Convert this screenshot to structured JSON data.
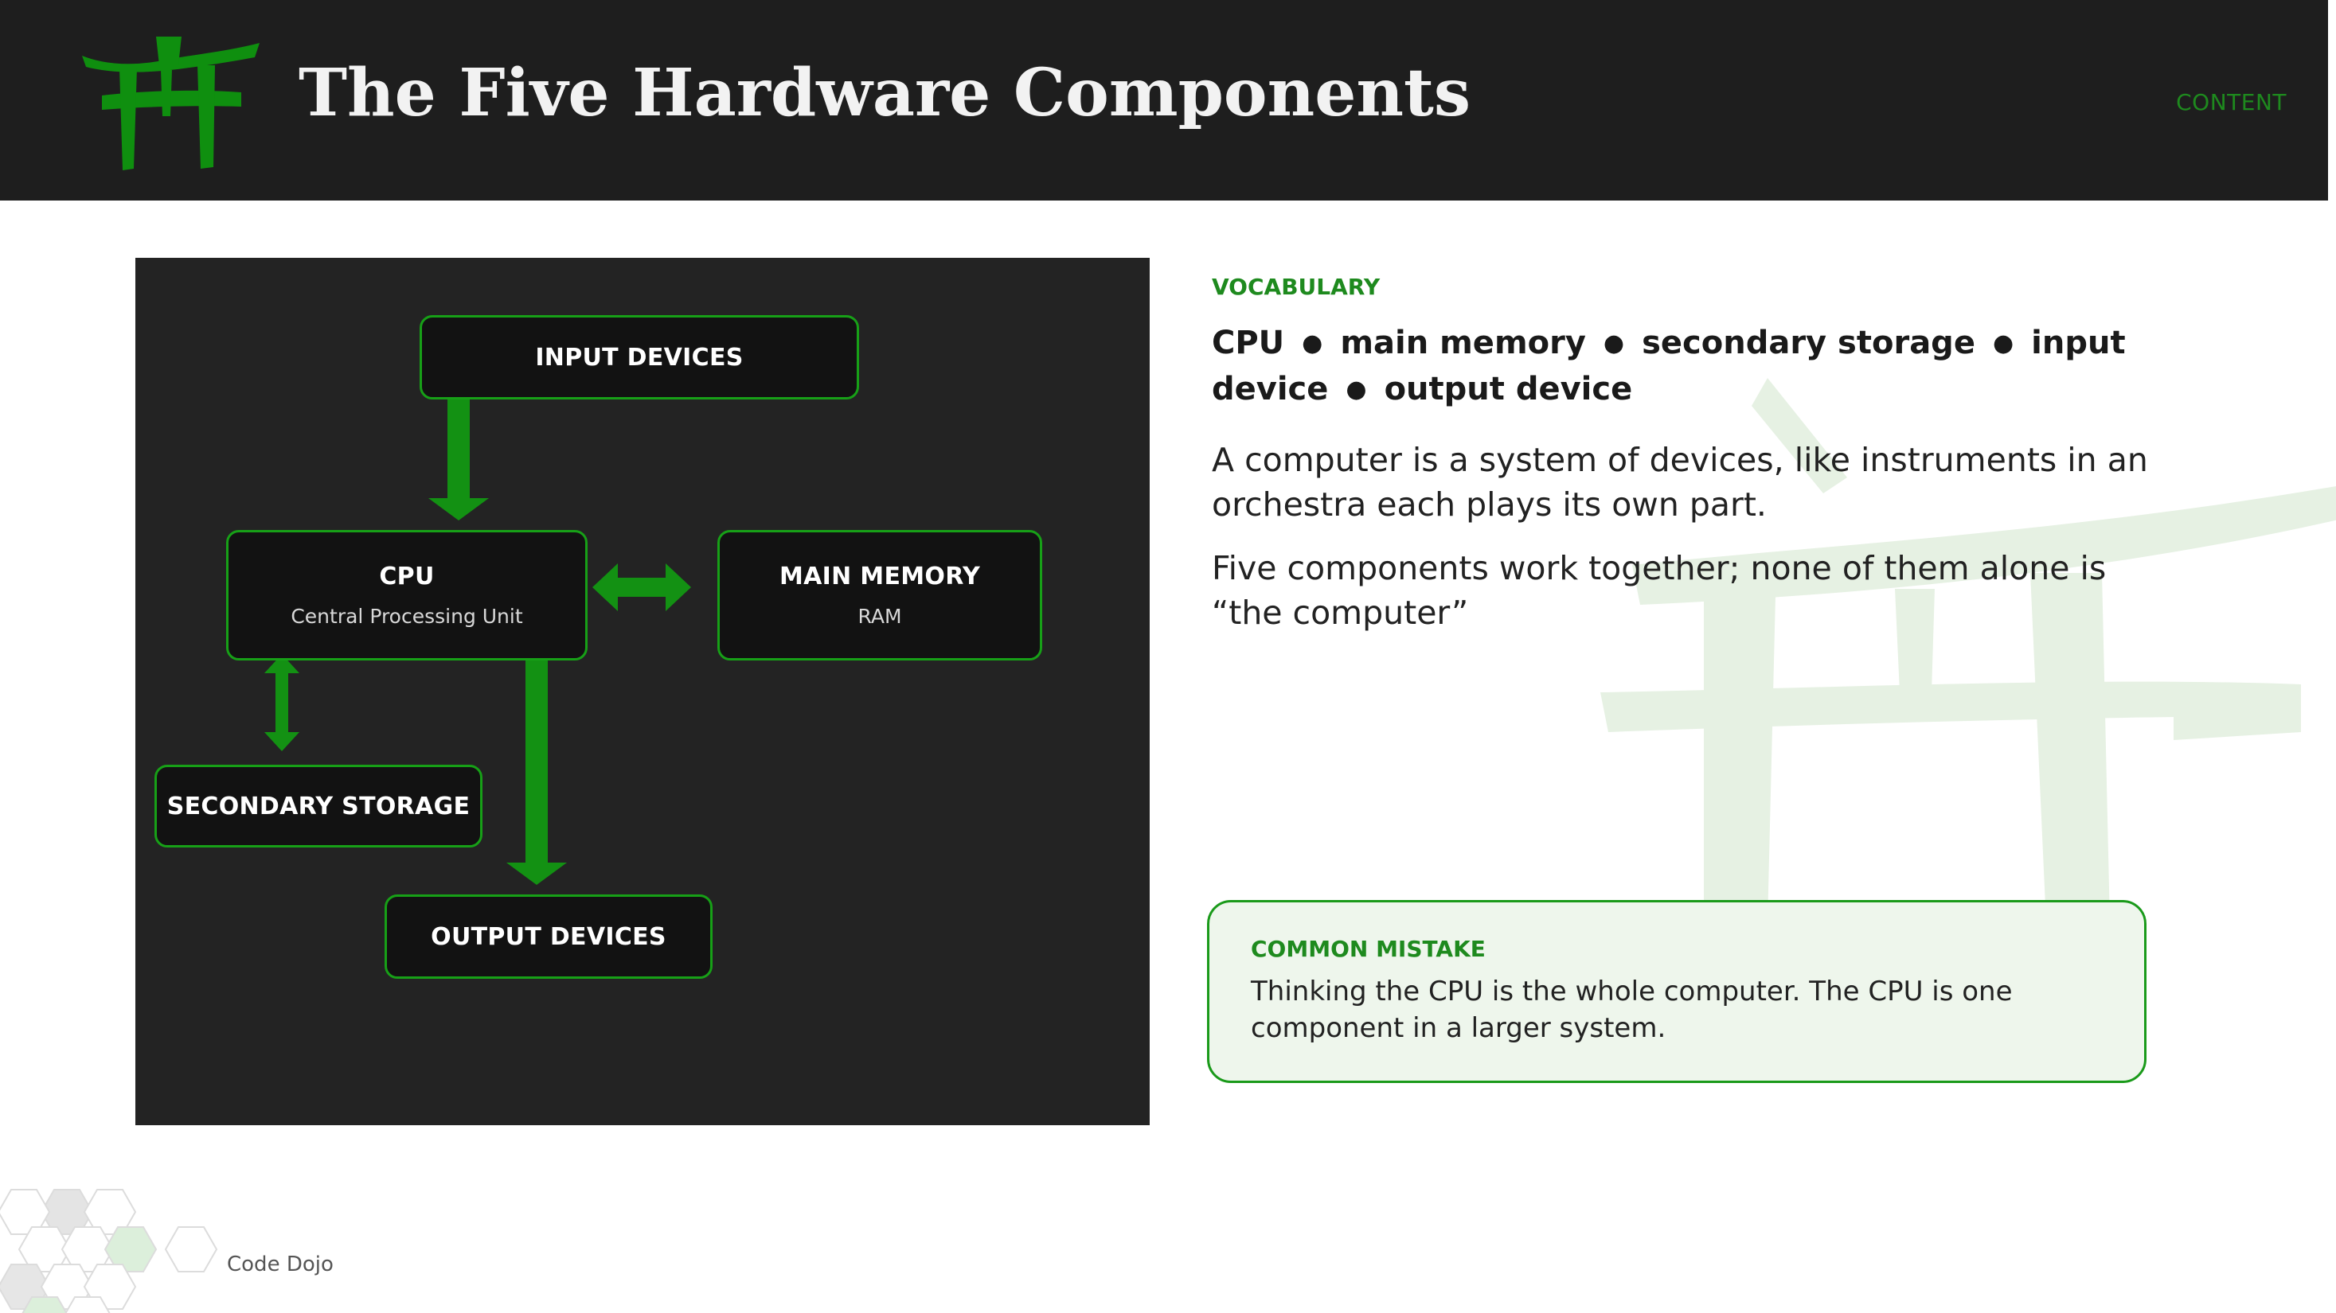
{
  "header": {
    "title": "The Five Hardware Components",
    "section_tag": "CONTENT"
  },
  "diagram": {
    "nodes": {
      "input": {
        "label": "INPUT DEVICES"
      },
      "cpu": {
        "label": "CPU",
        "sub": "Central Processing Unit"
      },
      "memory": {
        "label": "MAIN MEMORY",
        "sub": "RAM"
      },
      "storage": {
        "label": "SECONDARY STORAGE"
      },
      "output": {
        "label": "OUTPUT DEVICES"
      }
    }
  },
  "vocabulary": {
    "tag": "VOCABULARY",
    "separator": "●",
    "terms": [
      "CPU",
      "main memory",
      "secondary storage",
      "input device",
      "output device"
    ]
  },
  "body": {
    "paragraph1": "A computer is a system of devices, like instruments in an orchestra each plays its own part.",
    "paragraph2": "Five components work together; none of them alone is “the computer”"
  },
  "common_mistake": {
    "tag": "COMMON MISTAKE",
    "text": "Thinking the CPU is the whole computer. The CPU is one component in a larger system."
  },
  "footer": {
    "brand": "Code Dojo"
  },
  "colors": {
    "accent": "#1e8a1e",
    "header_bg": "#1e1e1e",
    "panel_bg": "#232323",
    "node_border": "#17a017",
    "arrow": "#139113",
    "callout_bg": "#eef6ec"
  }
}
